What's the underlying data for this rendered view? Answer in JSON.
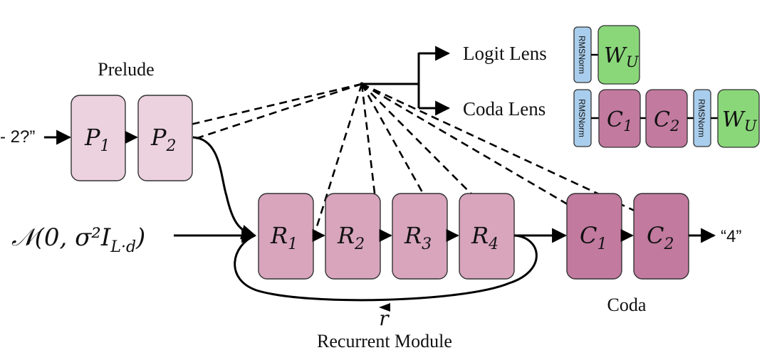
{
  "labels": {
    "prelude": "Prelude",
    "recurrent_module": "Recurrent Module",
    "coda": "Coda",
    "recurrence_symbol": "r",
    "input_text": "2?”",
    "output_text": "“4”",
    "noise_init": "𝒩(0, σ²I",
    "noise_sub": "L·d",
    "noise_close": ")"
  },
  "prelude_blocks": [
    {
      "id": "P",
      "sub": "1"
    },
    {
      "id": "P",
      "sub": "2"
    }
  ],
  "recurrent_blocks": [
    {
      "id": "R",
      "sub": "1"
    },
    {
      "id": "R",
      "sub": "2"
    },
    {
      "id": "R",
      "sub": "3"
    },
    {
      "id": "R",
      "sub": "4"
    }
  ],
  "coda_blocks": [
    {
      "id": "C",
      "sub": "1"
    },
    {
      "id": "C",
      "sub": "2"
    }
  ],
  "lenses": {
    "logit_lens": {
      "label": "Logit Lens",
      "pipeline": [
        {
          "type": "norm",
          "label": "RMSNorm"
        },
        {
          "type": "unembed",
          "id": "W",
          "sub": "U"
        }
      ]
    },
    "coda_lens": {
      "label": "Coda Lens",
      "pipeline": [
        {
          "type": "norm",
          "label": "RMSNorm"
        },
        {
          "type": "coda",
          "id": "C",
          "sub": "1"
        },
        {
          "type": "coda",
          "id": "C",
          "sub": "2"
        },
        {
          "type": "norm",
          "label": "RMSNorm"
        },
        {
          "type": "unembed",
          "id": "W",
          "sub": "U"
        }
      ]
    }
  },
  "colors": {
    "prelude_fill": "#ecd1df",
    "recurrent_fill": "#d8a5bd",
    "coda_fill": "#c27a9f",
    "norm_fill": "#a9cdec",
    "unembed_fill": "#8ad77a",
    "stroke": "#333333",
    "line": "#000000"
  }
}
